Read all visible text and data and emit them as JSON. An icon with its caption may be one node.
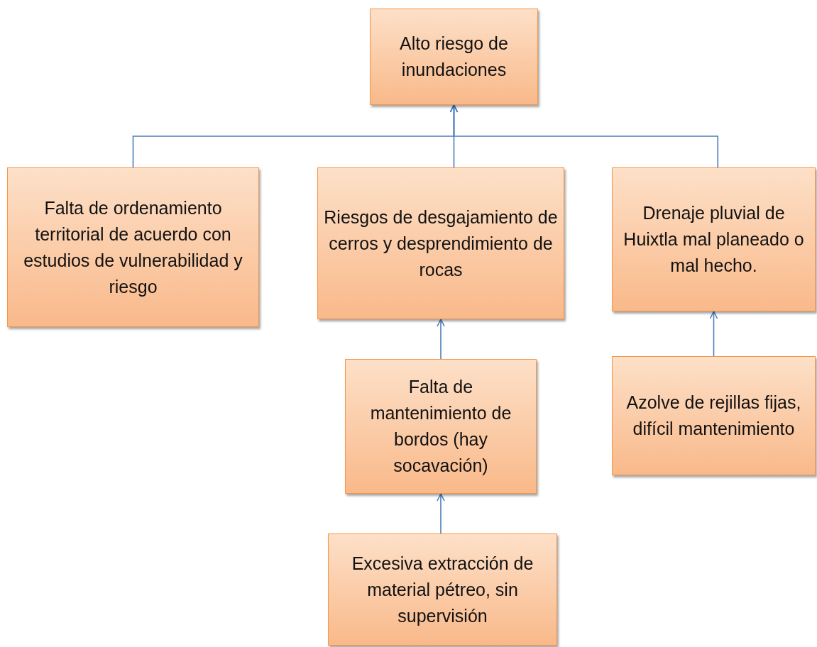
{
  "diagram": {
    "nodes": [
      {
        "text": [
          "Alto riesgo de inundaciones"
        ]
      },
      {
        "text": [
          "Falta de ordenamiento territorial de acuerdo con estudios de vulnerabilidad y riesgo"
        ]
      },
      {
        "text": [
          "Riesgos de desgajamiento de cerros y desprendimiento de rocas"
        ]
      },
      {
        "text": [
          "Drenaje pluvial de Huixtla mal planeado o mal hecho."
        ]
      },
      {
        "text": [
          "Falta de mantenimiento de bordos (hay socavación)"
        ]
      },
      {
        "text": [
          "Azolve de rejillas fijas, difícil mantenimiento"
        ]
      },
      {
        "text": [
          "Excesiva extracción de material pétreo, sin supervisión"
        ]
      }
    ],
    "edges": [
      {
        "from": 1,
        "to": 0,
        "arrow": "to"
      },
      {
        "from": 2,
        "to": 0,
        "arrow": "to"
      },
      {
        "from": 3,
        "to": 0,
        "arrow": "to"
      },
      {
        "from": 4,
        "to": 2,
        "arrow": "to"
      },
      {
        "from": 5,
        "to": 3,
        "arrow": "to"
      },
      {
        "from": 6,
        "to": 4,
        "arrow": "to"
      }
    ]
  }
}
